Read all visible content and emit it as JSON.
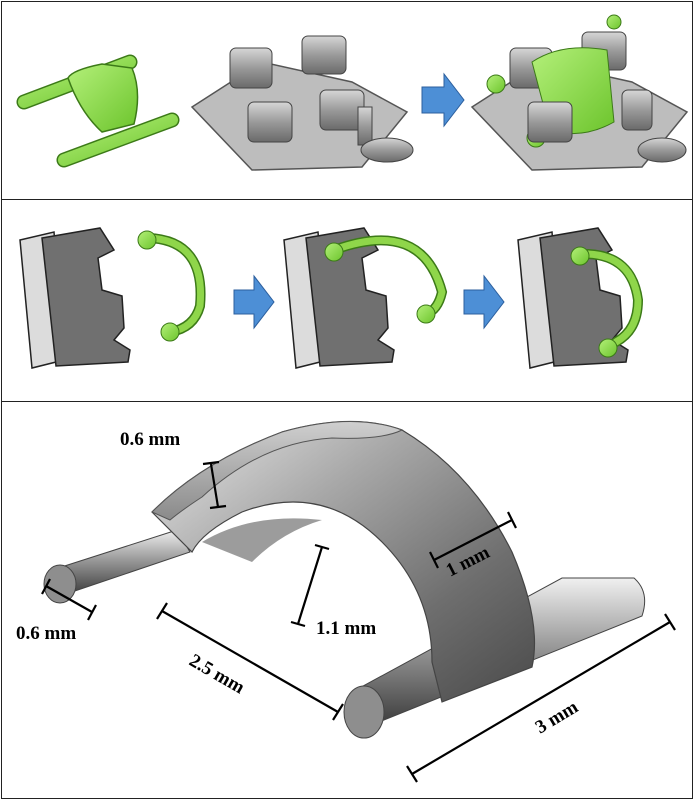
{
  "colors": {
    "accent_green": "#8fd64a",
    "arrow_blue": "#4d8fd6",
    "bracket_grey": "#6e6e6e",
    "metal": "#9a9a9a"
  },
  "dimensions": {
    "top_thickness": "0.6 mm",
    "width": "1 mm",
    "pin_diameter": "0.6 mm",
    "inner_height": "1.1 mm",
    "pin_gap": "2.5 mm",
    "total_length": "3 mm"
  }
}
